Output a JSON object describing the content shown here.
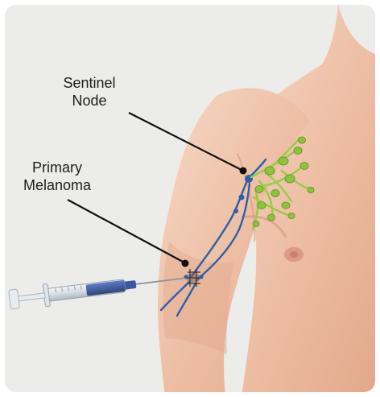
{
  "labels": {
    "sentinel": [
      "Sentinel",
      "Node"
    ],
    "primary": [
      "Primary",
      "Melanoma"
    ]
  },
  "colors": {
    "background": "#ececea",
    "skin": "#f1c7ae",
    "lymph_vessel": "#2f5fa8",
    "lymph_nodes": "#9acb4a",
    "pointer_line": "#111111"
  }
}
